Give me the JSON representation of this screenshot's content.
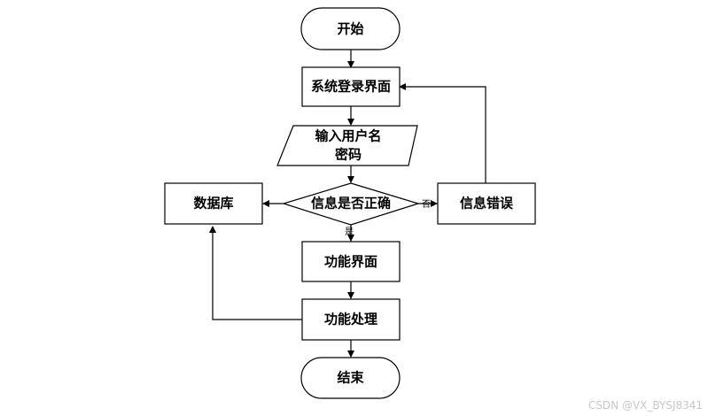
{
  "nodes": {
    "start": "开始",
    "login": "系统登录界面",
    "input_line1": "输入用户名",
    "input_line2": "密码",
    "decision": "信息是否正确",
    "database": "数据库",
    "error": "信息错误",
    "func_ui": "功能界面",
    "func_proc": "功能处理",
    "end": "结束"
  },
  "edges": {
    "no_label": "否",
    "yes_label": "是"
  },
  "watermark": "CSDN @VX_BYSJ8341"
}
